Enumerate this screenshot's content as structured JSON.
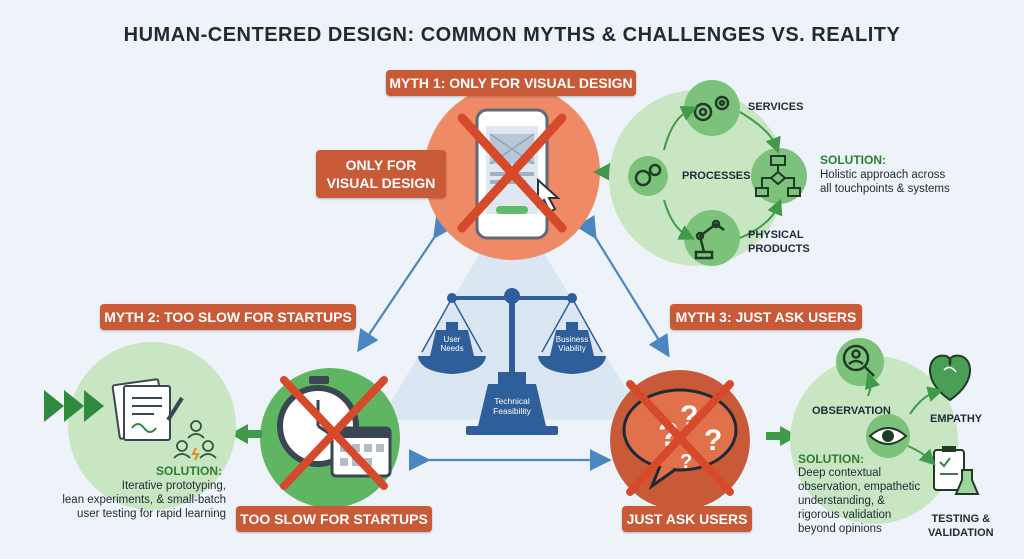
{
  "title": "HUMAN-CENTERED DESIGN: COMMON MYTHS & CHALLENGES VS. REALITY",
  "myth1": {
    "header": "MYTH 1: ONLY FOR VISUAL DESIGN",
    "side_label_line1": "ONLY FOR",
    "side_label_line2": "VISUAL DESIGN",
    "reality": {
      "services": "SERVICES",
      "processes": "PROCESSES",
      "physical_line1": "PHYSICAL",
      "physical_line2": "PRODUCTS",
      "solution_head": "SOLUTION:",
      "solution_line1": "Holistic approach across",
      "solution_line2": "all touchpoints & systems"
    }
  },
  "myth2": {
    "header": "MYTH 2: TOO SLOW FOR STARTUPS",
    "bottom_label": "TOO SLOW FOR STARTUPS",
    "reality": {
      "solution_head": "SOLUTION:",
      "solution_line1": "Iterative prototyping,",
      "solution_line2": "lean experiments, & small-batch",
      "solution_line3": "user testing for rapid learning"
    }
  },
  "myth3": {
    "header": "MYTH 3: JUST ASK USERS",
    "bottom_label": "JUST ASK USERS",
    "reality": {
      "observation": "OBSERVATION",
      "empathy": "EMPATHY",
      "testing_line1": "TESTING &",
      "testing_line2": "VALIDATION",
      "solution_head": "SOLUTION:",
      "solution_line1": "Deep contextual",
      "solution_line2": "observation, empathetic",
      "solution_line3": "understanding, &",
      "solution_line4": "rigorous validation",
      "solution_line5": "beyond opinions"
    }
  },
  "balance": {
    "left_line1": "User",
    "left_line2": "Needs",
    "right_line1": "Business",
    "right_line2": "Viability",
    "base_line1": "Technical",
    "base_line2": "Feasibility"
  },
  "colors": {
    "myth_red": "#c95a38",
    "myth_circle": "#ef8a66",
    "reality_green": "#3f9a4a",
    "reality_light": "#c9e6c3",
    "scale_blue": "#2f5f9a",
    "arrow_blue": "#4b86c3"
  }
}
